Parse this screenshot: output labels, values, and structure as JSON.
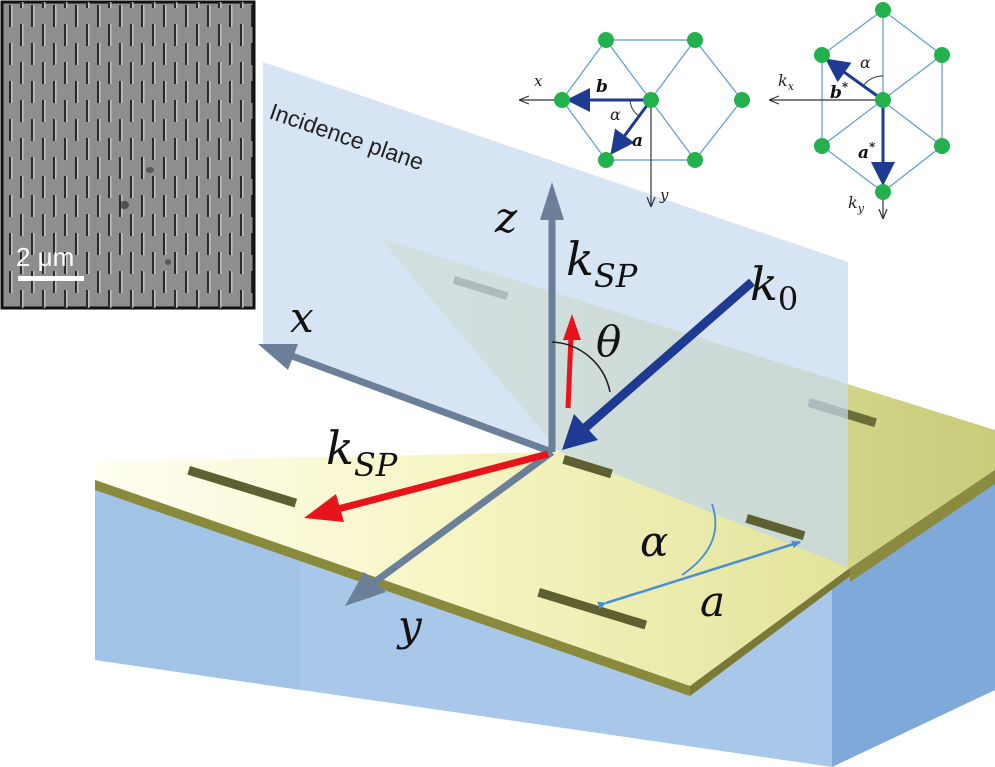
{
  "diagram": {
    "plane_label": "Incidence plane",
    "axes": {
      "x": "x",
      "y": "y",
      "z": "z"
    },
    "vectors": {
      "k0": "k",
      "k0_sub": "0",
      "kSP": "k",
      "kSP_sub": "SP"
    },
    "angles": {
      "theta": "θ",
      "alpha": "α"
    },
    "lattice_constant": "a"
  },
  "sem_inset": {
    "scale_label": "2 μm"
  },
  "real_lattice": {
    "x": "x",
    "y": "y",
    "b": "b",
    "a": "a",
    "alpha": "α"
  },
  "reciprocal_lattice": {
    "kx": "k",
    "kx_sub": "x",
    "ky": "k",
    "ky_sub": "y",
    "b_star": "b",
    "a_star": "a",
    "star": "*",
    "alpha": "α"
  },
  "colors": {
    "lattice_node": "#22b14c",
    "lattice_line": "#5b9bd5",
    "vector_dark": "#1f3a93",
    "ksp_red": "#e8141b",
    "axis_grey": "#6b7f99",
    "plane_blue": "#c8daf0",
    "gold": "#eef0a8"
  }
}
